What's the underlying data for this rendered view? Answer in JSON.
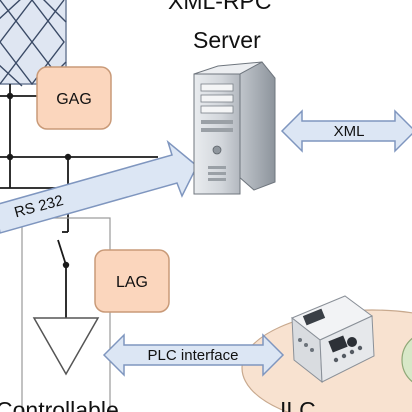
{
  "diagram": {
    "server_title_line1": "XML-RPC",
    "server_title_line2": "Server",
    "gag_label": "GAG",
    "lag_label": "LAG",
    "xml_arrow_label": "XML",
    "rs232_arrow_label": "RS 232",
    "plc_arrow_label": "PLC interface",
    "controllable_label": "Controllable",
    "plc_title": "ILC"
  },
  "colors": {
    "arrow_fill": "#dce6f4",
    "arrow_stroke": "#7f96bf",
    "box_fill": "#fbd6bd",
    "box_stroke": "#c99a78",
    "grid_fill": "#dfe6f2",
    "ellipse_fill": "#f8e2d0"
  }
}
